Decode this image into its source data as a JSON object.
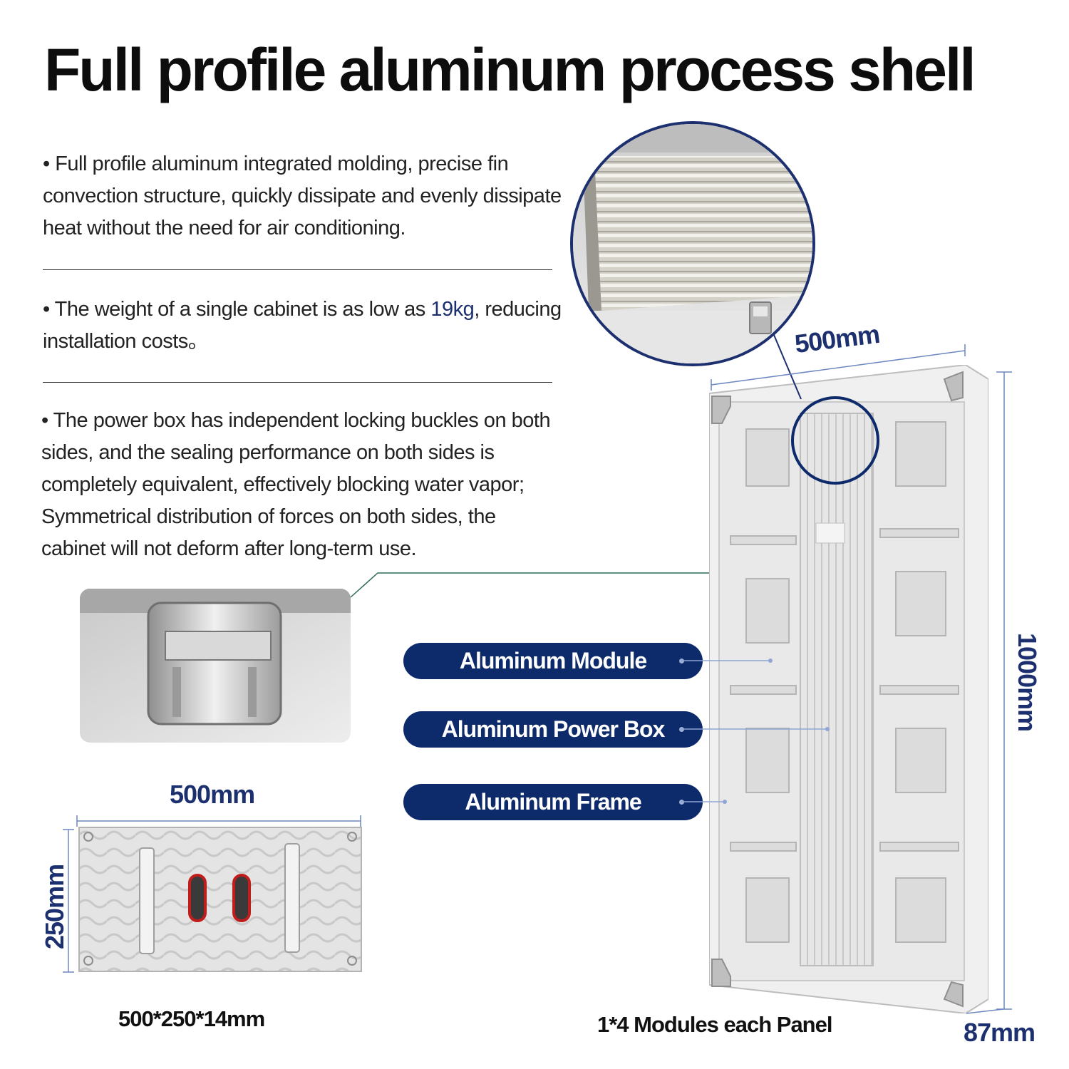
{
  "title": "Full profile aluminum process shell",
  "features": [
    {
      "text": "• Full profile aluminum integrated molding, precise fin convection structure, quickly dissipate and evenly dissipate heat without the need for air conditioning."
    },
    {
      "text_before": "• The weight of a single cabinet is as low as ",
      "highlight": "19kg",
      "text_after": ", reducing installation costs。"
    },
    {
      "text": "• The power box has independent locking buckles on both sides, and the sealing performance on both sides is completely equivalent, effectively blocking water vapor; Symmetrical distribution of forces on both sides, the cabinet will not deform after long-term use."
    }
  ],
  "labels": {
    "module": "Aluminum Module",
    "power_box": "Aluminum Power Box",
    "frame": "Aluminum Frame"
  },
  "cabinet": {
    "width": "500mm",
    "height": "1000mm",
    "depth": "87mm",
    "caption": "1*4 Modules each Panel"
  },
  "module_panel": {
    "width": "500mm",
    "height": "250mm",
    "caption": "500*250*14mm"
  },
  "colors": {
    "accent_navy": "#0d2a6b",
    "dimension_blue": "#1c2f6e",
    "dimension_line": "#6d87c2",
    "aluminum": "#e3e3e3"
  }
}
